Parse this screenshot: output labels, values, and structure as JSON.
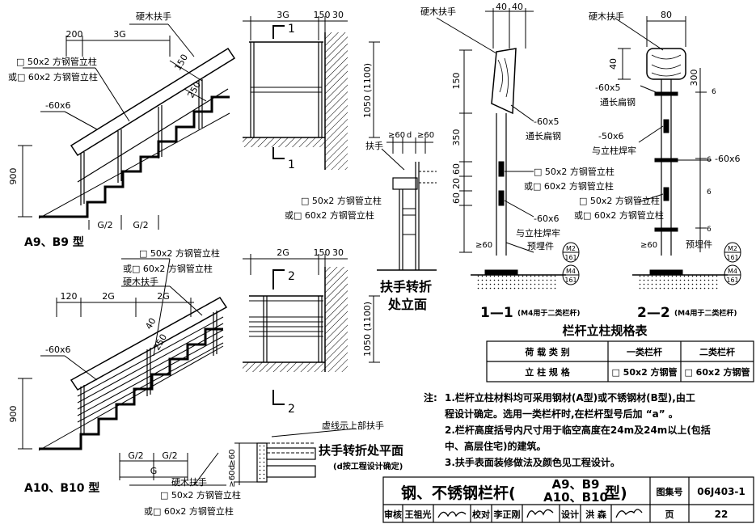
{
  "labels": {
    "handrail_a": "硬木扶手",
    "dim_200": "200",
    "dim_3g_a": "3G",
    "post_50_a": "□ 50x2 方钢管立柱",
    "post_60_a": "或□ 60x2 方钢管立柱",
    "dim_150_a": "150",
    "dim_250": "250",
    "flat_60_a": "-60x6",
    "dim_900_a": "900",
    "g2_a1": "G/2",
    "g2_a2": "G/2",
    "type_a": "A9、B9 型",
    "dim_3g_top": "3G",
    "dim_150_top": "150",
    "dim_30_top": "30",
    "sec1_top": "1",
    "sec1_bot": "1",
    "dim_1050_a": "1050 (1100)",
    "post_50_b": "□ 50x2 方钢管立柱",
    "post_60_b": "或□ 60x2 方钢管立柱",
    "handrail_b": "硬木扶手",
    "dim_120": "120",
    "dim_2g_b1": "2G",
    "dim_2g_b2": "2G",
    "dim_40_b": "40",
    "dim_250_b": "250",
    "flat_60_b": "-60x6",
    "dim_900_b": "900",
    "g2_b1": "G/2",
    "g2_b2": "G/2",
    "g_b": "G",
    "type_b": "A10、B10 型",
    "dim_2g_top": "2G",
    "dim_150_top2": "150",
    "dim_30_top2": "30",
    "sec2_top": "2",
    "sec2_bot": "2",
    "dim_1050_b": "1050 (1100)",
    "ge60_a": "≥60",
    "d_a": "d",
    "ge60_b": "≥60",
    "handrail_c": "扶手",
    "post_50_c": "□ 50x2 方钢管立柱",
    "post_60_c": "或□ 60x2 方钢管立柱",
    "turn_elev_1": "扶手转折",
    "turn_elev_2": "处立面",
    "dashed_note": "虚线示上部扶手",
    "turn_plan_title": "扶手转折处平面",
    "turn_plan_sub": "(d按工程设计确定)",
    "g2_c1": "G/2",
    "g2_c2": "G/2",
    "g_c": "G",
    "ge60_c": "≥60",
    "d_c": "d",
    "ge60_d": "≥60",
    "post_50_d": "□ 50x2 方钢管立柱",
    "post_60_d": "或□ 60x2 方钢管立柱",
    "handrail_d": "硬木扶手",
    "dim_40_s1a": "40",
    "dim_40_s1b": "40",
    "dim_150_s1": "150",
    "flat_60_s1": "-60x5",
    "flat_long_s1": "通长扁钢",
    "dim_350_s1": "350",
    "dim_60_s1a": "60",
    "dim_20_s1": "20",
    "dim_60_s1b": "60",
    "post_50_s1": "□ 50x2 方钢管立柱",
    "post_60_s1": "或□ 60x2 方钢管立柱",
    "flat_60x6_s1": "-60x6",
    "weld_s1": "与立柱焊牢",
    "ge60_s1": "≥60",
    "embed_s1": "预埋件",
    "m2_s1": "M2",
    "m4_s1": "M4",
    "p161_s1a": "161",
    "p161_s1b": "161",
    "sec1_title": "1—1",
    "sec1_note": "(M4用于二类栏杆)",
    "handrail_e": "硬木扶手",
    "dim_80_s2": "80",
    "dim_40_s2": "40",
    "flat_60_s2": "-60x5",
    "flat_long_s2": "通长扁钢",
    "dim_300_s2": "300",
    "dim_6_s2a": "6",
    "flat_50x6_s2": "-50x6",
    "weld_s2": "与立柱焊牢",
    "flat_60x6_s2": "-60x6",
    "dim_6_s2b": "6",
    "dim_6_s2c": "6",
    "dim_6_s2d": "6",
    "post_50_s2": "□ 50x2 方钢管立柱",
    "post_60_s2": "或□ 60x2 方钢管立柱",
    "ge60_s2": "≥60",
    "embed_s2": "预埋件",
    "m2_s2": "M2",
    "m4_s2": "M4",
    "p161_s2a": "161",
    "p161_s2b": "161",
    "sec2_title": "2—2",
    "sec2_note": "(M4用于二类栏杆)"
  },
  "spec_table": {
    "title": "栏杆立柱规格表",
    "header": [
      "荷 载 类 别",
      "一类栏杆",
      "二类栏杆"
    ],
    "row": [
      "立 柱 规 格",
      "□ 50x2 方钢管",
      "□ 60x2 方钢管"
    ]
  },
  "notes": {
    "prefix": "注:",
    "items": [
      "1.栏杆立柱材料均可采用钢材(A型)或不锈钢材(B型),由工",
      "程设计确定。选用一类栏杆时,在栏杆型号后加 “a” 。",
      "2.栏杆高度括号内尺寸用于临空高度在24m及24m以上(包括",
      "中、高层住宅)的建筑。",
      "3.扶手表面装修做法及颜色见工程设计。"
    ]
  },
  "title_block": {
    "title_main": "钢、不锈钢栏杆(",
    "title_types_top": "A9、B9",
    "title_types_bot": "A10、B10",
    "title_end": "型)",
    "atlas_label": "图集号",
    "atlas_no": "06J403-1",
    "review_label": "审核",
    "review_name": "王祖光",
    "check_label": "校对",
    "check_name": "李正刚",
    "design_label": "设计",
    "design_name": "洪 森",
    "page_label": "页",
    "page_no": "22"
  }
}
